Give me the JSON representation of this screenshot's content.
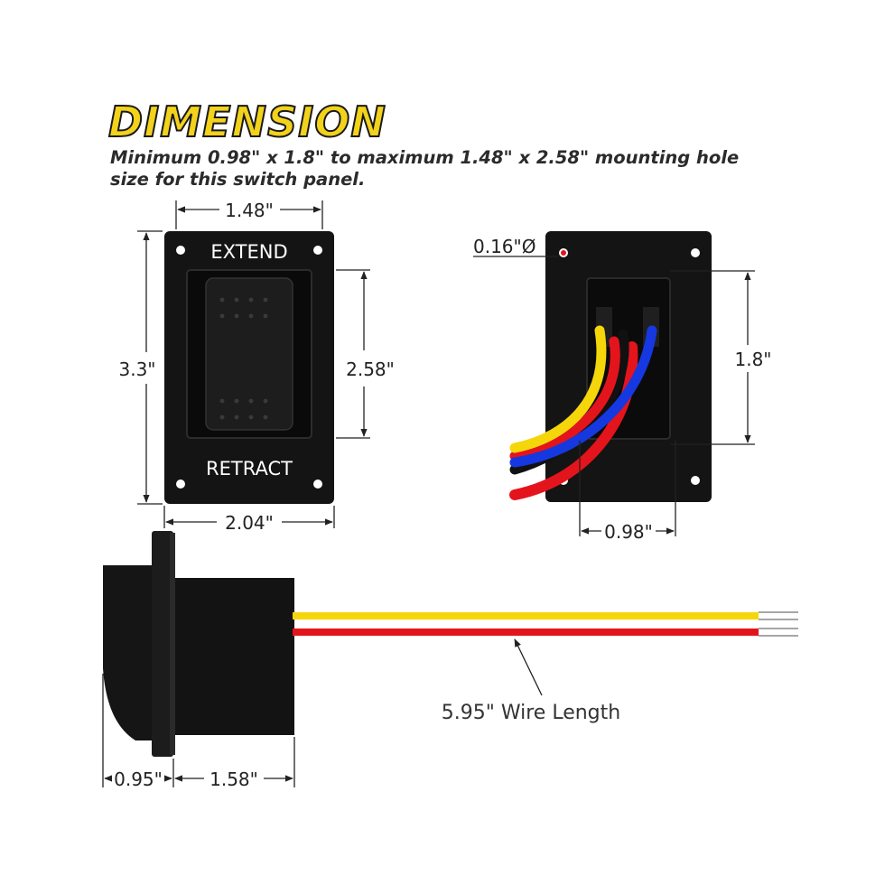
{
  "header": {
    "title": "DIMENSION",
    "subtitle": "Minimum 0.98\" x 1.8\" to maximum 1.48\" x 2.58\" mounting hole size for this switch panel."
  },
  "front_view": {
    "top_label": "EXTEND",
    "bottom_label": "RETRACT",
    "dim_width_inner": "1.48\"",
    "dim_height_outer": "3.3\"",
    "dim_height_inner": "2.58\"",
    "dim_width_outer": "2.04\""
  },
  "back_view": {
    "dim_hole": "0.16\"Ø",
    "dim_height_min": "1.8\"",
    "dim_width_min": "0.98\""
  },
  "side_view": {
    "dim_flange_depth": "0.95\"",
    "dim_body_depth": "1.58\"",
    "wire_length": "5.95\" Wire Length"
  },
  "colors": {
    "title_fill": "#f2d21b",
    "panel": "#141414",
    "wire_yellow": "#f5d60a",
    "wire_red": "#e4141c",
    "wire_blue": "#1538e0",
    "wire_black": "#111111"
  }
}
